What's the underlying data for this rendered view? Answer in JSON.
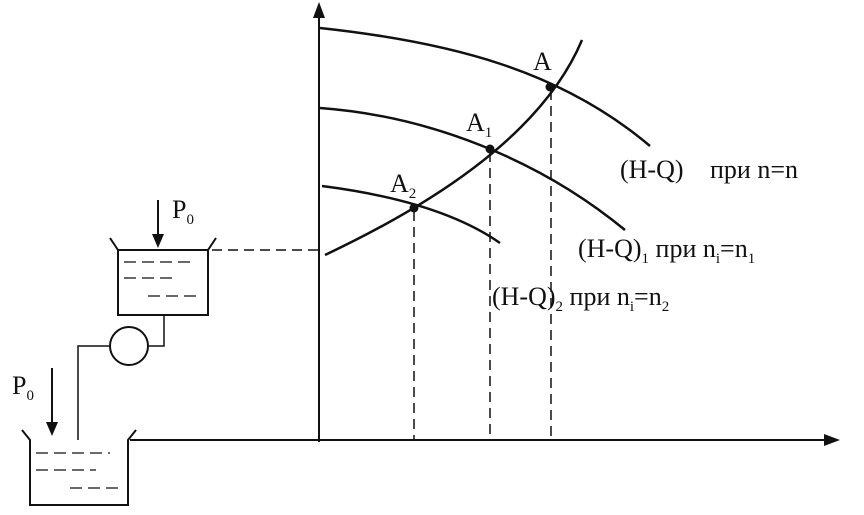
{
  "labels": {
    "point_a": "A",
    "point_a1_main": "A",
    "point_a1_sub": "1",
    "point_a2_main": "A",
    "point_a2_sub": "2",
    "curve_main": "(H-Q)",
    "curve_main_cond": "при n=n",
    "curve1_paren": "(H-Q)",
    "curve1_sub": "1",
    "curve1_pri": " при n",
    "curve1_i": "i",
    "curve1_eq": "=n",
    "curve1_eq_sub": "1",
    "curve2_paren": "(H-Q)",
    "curve2_sub": "2",
    "curve2_pri": " при n",
    "curve2_i": "i",
    "curve2_eq": "=n",
    "curve2_eq_sub": "2",
    "p0_upper_main": "P",
    "p0_upper_sub": "0",
    "p0_lower_main": "P",
    "p0_lower_sub": "0"
  }
}
